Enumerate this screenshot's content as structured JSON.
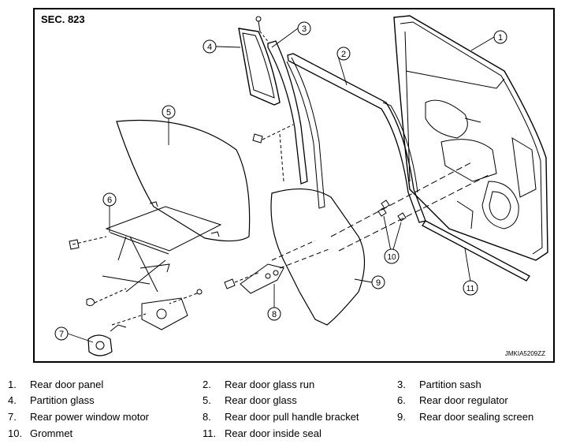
{
  "diagram": {
    "section_label": "SEC. 823",
    "diagram_code": "JMKIA5209ZZ",
    "callouts": [
      "1",
      "2",
      "3",
      "4",
      "5",
      "6",
      "7",
      "8",
      "9",
      "10",
      "11"
    ]
  },
  "legend": [
    {
      "number": "1.",
      "name": "Rear door panel"
    },
    {
      "number": "2.",
      "name": "Rear door glass run"
    },
    {
      "number": "3.",
      "name": "Partition sash"
    },
    {
      "number": "4.",
      "name": "Partition glass"
    },
    {
      "number": "5.",
      "name": "Rear door glass"
    },
    {
      "number": "6.",
      "name": "Rear door regulator"
    },
    {
      "number": "7.",
      "name": "Rear power window motor"
    },
    {
      "number": "8.",
      "name": "Rear door pull handle bracket"
    },
    {
      "number": "9.",
      "name": "Rear door sealing screen"
    },
    {
      "number": "10.",
      "name": "Grommet"
    },
    {
      "number": "11.",
      "name": "Rear door inside seal"
    }
  ]
}
